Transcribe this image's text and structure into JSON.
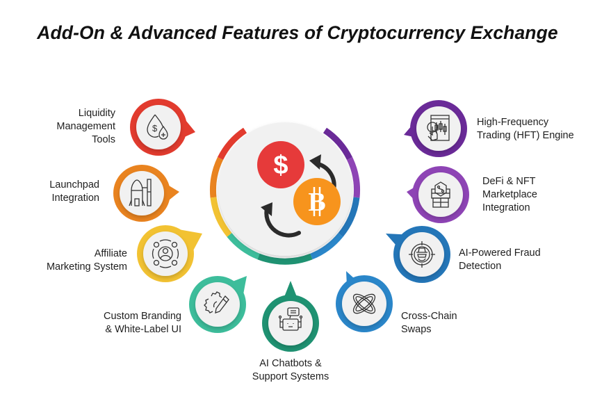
{
  "title": "Add-On & Advanced Features of Cryptocurrency Exchange",
  "center": {
    "icons": [
      "dollar-coin-icon",
      "bitcoin-coin-icon",
      "exchange-arrows-icon"
    ],
    "dollar_symbol": "$",
    "bitcoin_symbol": "B",
    "dollar_color": "#e63a3a",
    "bitcoin_color": "#f7941d"
  },
  "features": [
    {
      "id": "liquidity",
      "lines": [
        "Liquidity",
        "Management",
        "Tools"
      ],
      "color": "#e23b2e",
      "icon": "liquidity-drops-icon"
    },
    {
      "id": "launchpad",
      "lines": [
        "Launchpad",
        "Integration"
      ],
      "color": "#e9831f",
      "icon": "rocket-launchpad-icon"
    },
    {
      "id": "affiliate",
      "lines": [
        "Affiliate",
        "Marketing System"
      ],
      "color": "#f2c232",
      "icon": "affiliate-network-icon"
    },
    {
      "id": "branding",
      "lines": [
        "Custom Branding",
        "& White-Label UI"
      ],
      "color": "#3dbd9b",
      "icon": "gear-pencil-icon"
    },
    {
      "id": "chatbots",
      "lines": [
        "AI Chatbots &",
        "Support Systems"
      ],
      "color": "#1f9272",
      "icon": "chatbot-robot-icon"
    },
    {
      "id": "crosschain",
      "lines": [
        "Cross-Chain",
        "Swaps"
      ],
      "color": "#2a86c9",
      "icon": "interlinked-chains-icon"
    },
    {
      "id": "fraud",
      "lines": [
        "AI-Powered Fraud",
        "Detection"
      ],
      "color": "#2476b8",
      "icon": "spy-target-icon"
    },
    {
      "id": "defi",
      "lines": [
        "DeFi & NFT",
        "Marketplace",
        "Integration"
      ],
      "color": "#8e44b5",
      "icon": "nft-marketplace-icon"
    },
    {
      "id": "hft",
      "lines": [
        "High-Frequency",
        "Trading (HFT) Engine"
      ],
      "color": "#6a2a98",
      "icon": "trading-chart-tap-icon"
    }
  ]
}
